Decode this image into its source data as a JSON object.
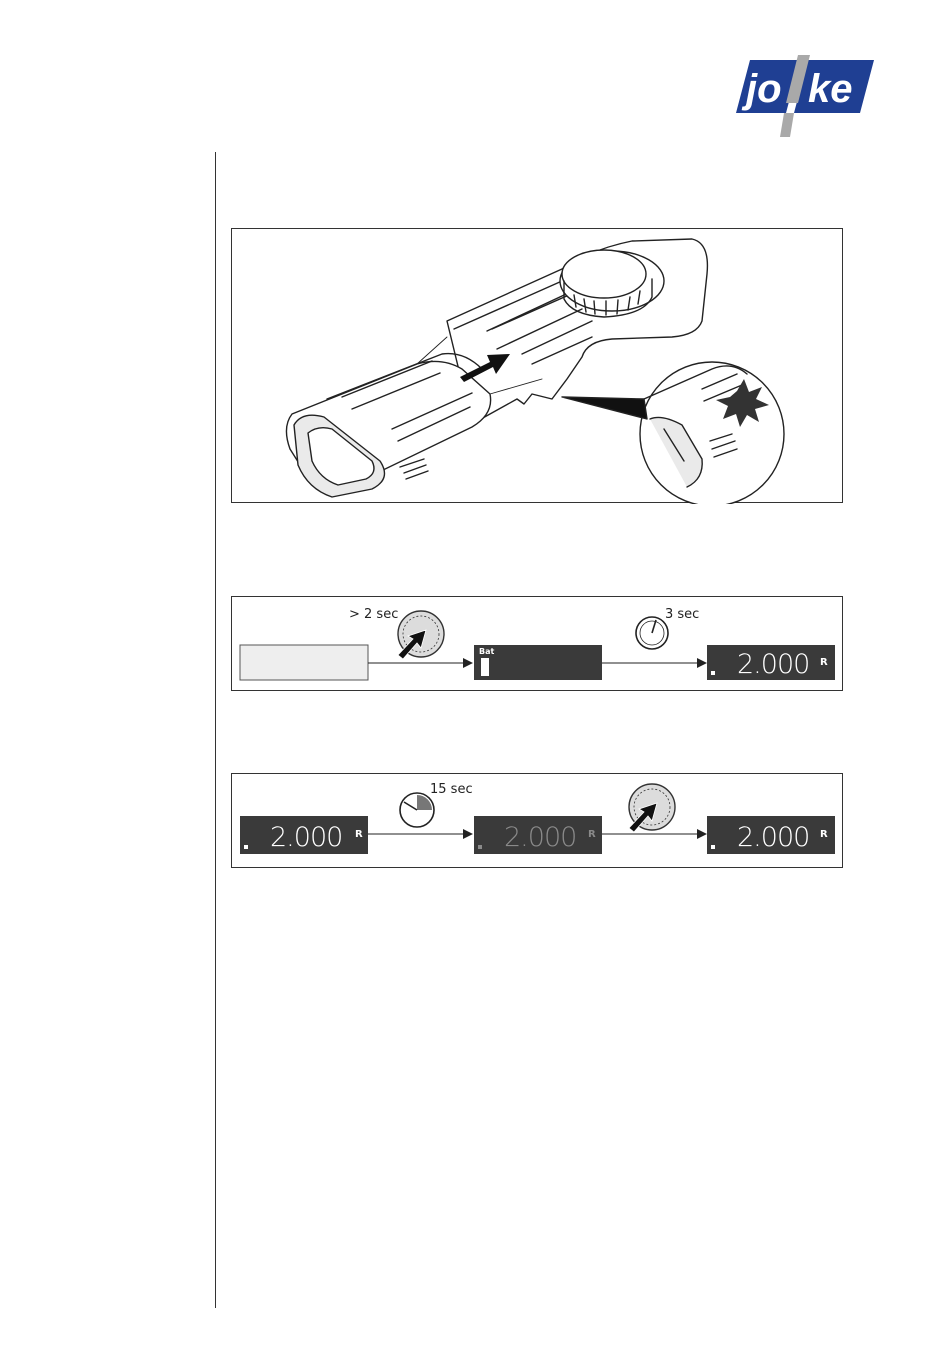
{
  "logo": {
    "text_left": "jo",
    "text_right": "ke"
  },
  "figure_poweron": {
    "hold_label": "> 2 sec",
    "wait_label": "3 sec",
    "bat_label": "Bat",
    "readout": "2.000",
    "unit": "R"
  },
  "figure_dimming": {
    "idle_label": "15 sec",
    "readout_1": "2.000",
    "readout_2": "2.000",
    "readout_3": "2.000",
    "unit": "R"
  },
  "colors": {
    "logo_blue": "#1f3f93",
    "logo_grey": "#a9a9a9",
    "lcd_bg": "#3a3a3a",
    "lcd_text": "#ffffff",
    "lcd_dim_text": "#8a8a8a"
  }
}
